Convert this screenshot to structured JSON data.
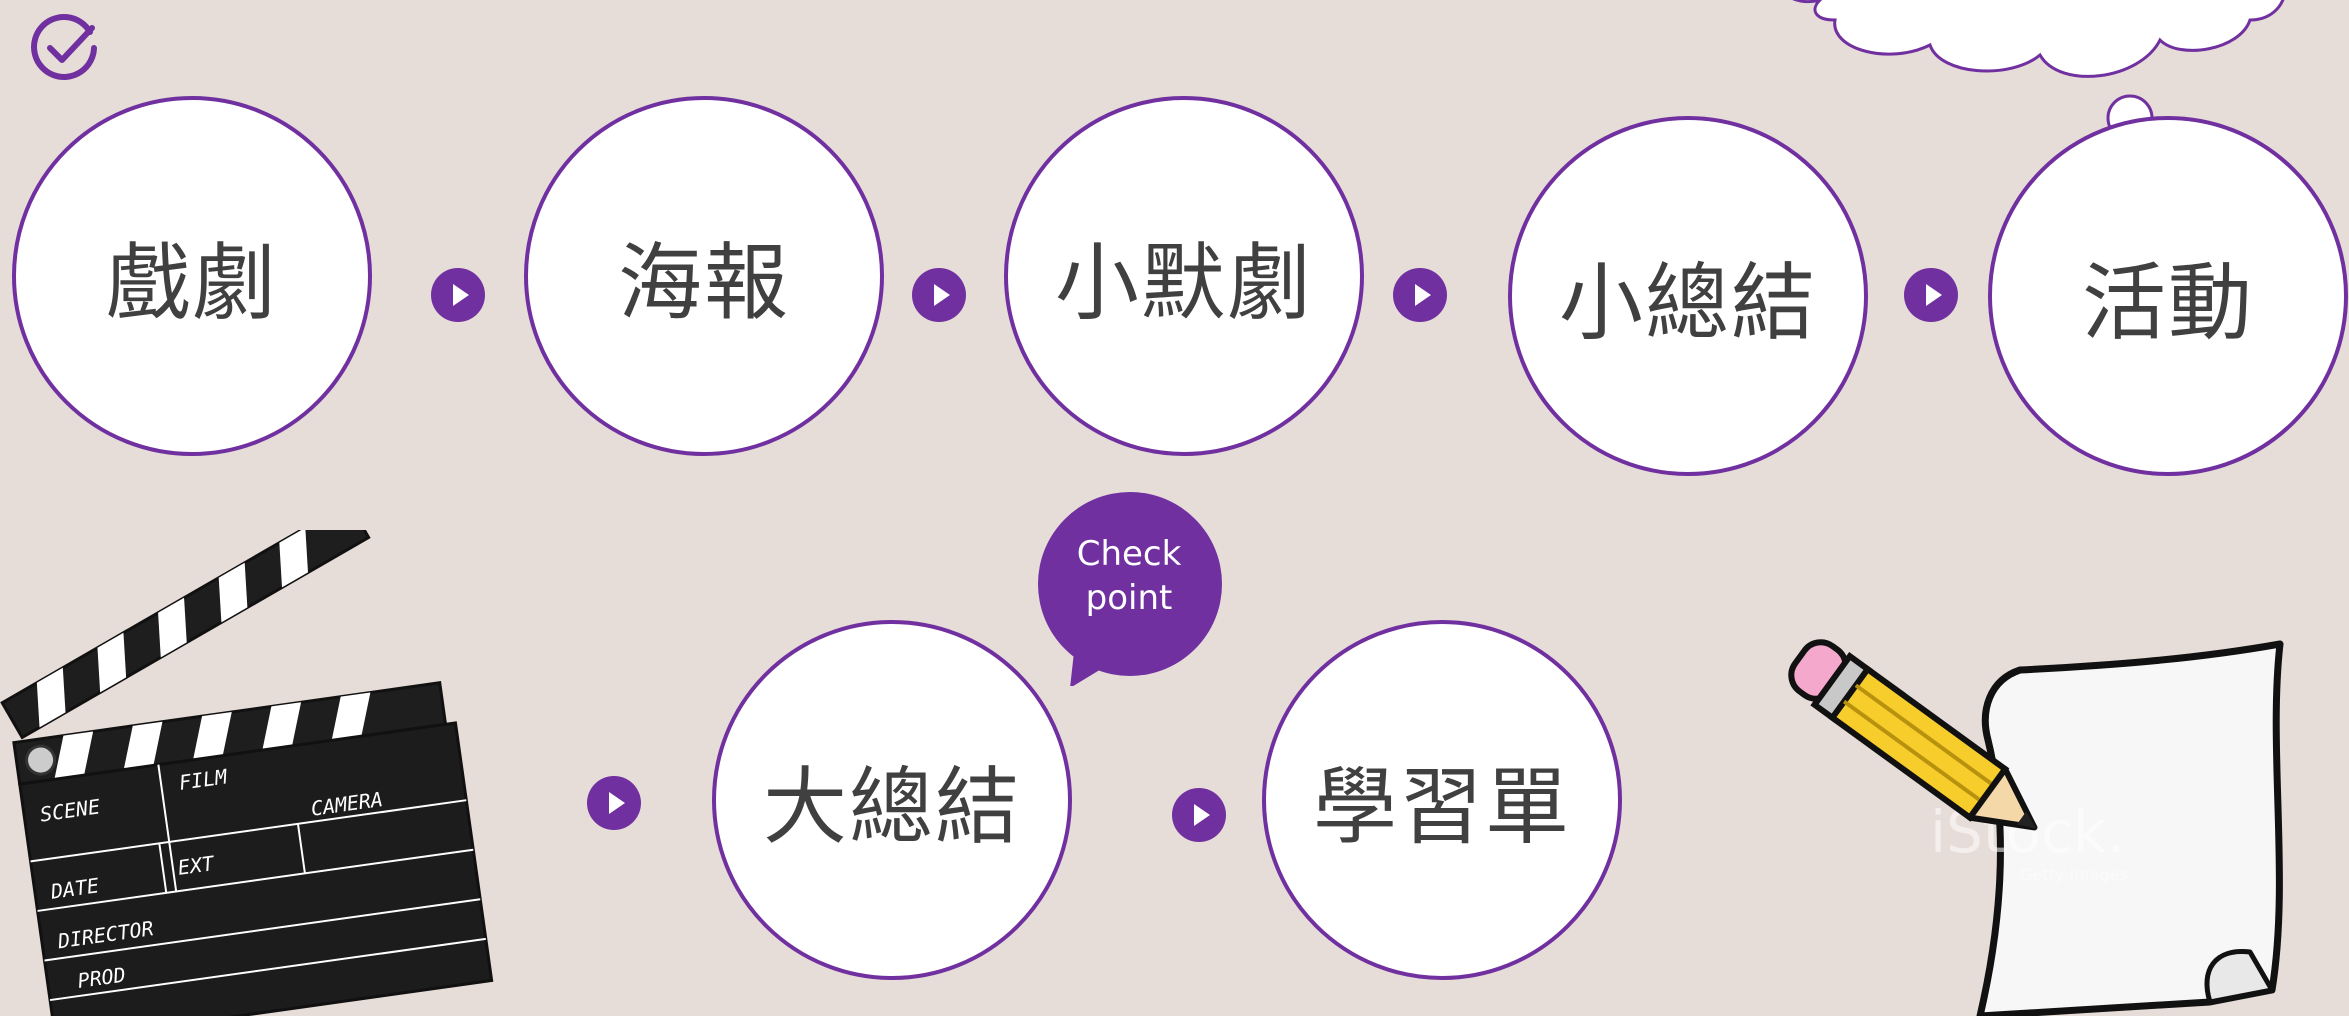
{
  "flow": {
    "row1": [
      "戲劇",
      "海報",
      "小默劇",
      "小總結",
      "活動"
    ],
    "row2": [
      "大總結",
      "學習單"
    ]
  },
  "checkpoint": {
    "line1": "Check",
    "line2": "point"
  },
  "clapperboard": {
    "scene": "SCENE",
    "film": "FILM",
    "camera": "CAMERA",
    "date": "DATE",
    "ext": "EXT",
    "director": "DIRECTOR",
    "prod": "PROD"
  },
  "watermark": {
    "brand": "iStock.",
    "sub": "Getty Images"
  },
  "colors": {
    "accent": "#7030a0",
    "background": "#e6dcd8",
    "node_fill": "#ffffff",
    "text": "#404040"
  },
  "icons": [
    "check-circle-icon",
    "play-arrow-icon",
    "thought-cloud-icon",
    "clapperboard-icon",
    "pencil-icon",
    "paper-icon"
  ]
}
